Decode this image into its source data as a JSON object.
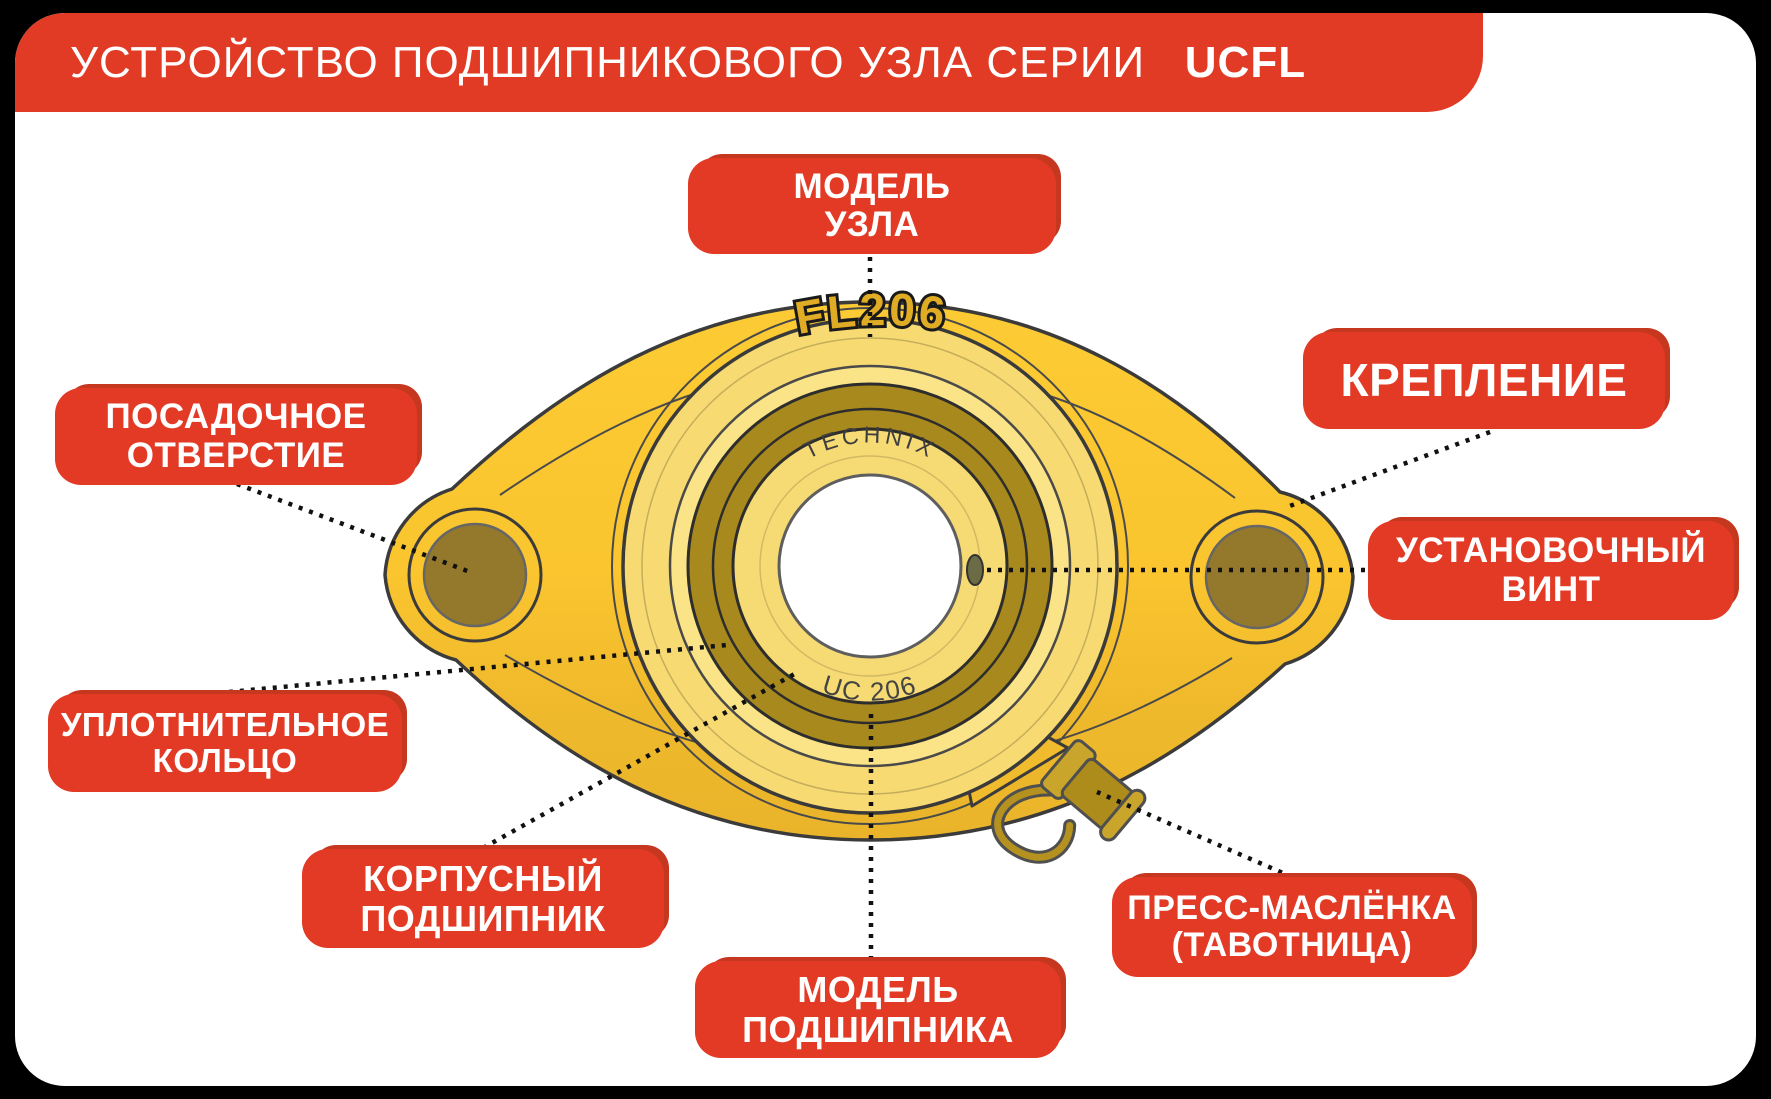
{
  "header": {
    "title": "УСТРОЙСТВО ПОДШИПНИКОВОГО УЗЛА СЕРИИ",
    "series_bold": "UCFL"
  },
  "callouts": [
    {
      "name": "model-uzla",
      "line1": "МОДЕЛЬ",
      "line2": "УЗЛА"
    },
    {
      "name": "kreplenie",
      "line1": "КРЕПЛЕНИЕ"
    },
    {
      "name": "posadochnoe",
      "line1": "ПОСАДОЧНОЕ",
      "line2": "ОТВЕРСТИЕ"
    },
    {
      "name": "ustanovochny-vint",
      "line1": "УСТАНОВОЧНЫЙ",
      "line2": "ВИНТ"
    },
    {
      "name": "uplotnitelnoe",
      "line1": "УПЛОТНИТЕЛЬНОЕ",
      "line2": "КОЛЬЦО"
    },
    {
      "name": "korpusny",
      "line1": "КОРПУСНЫЙ",
      "line2": "ПОДШИПНИК"
    },
    {
      "name": "press-maslenka",
      "line1": "ПРЕСС-МАСЛЁНКА",
      "line2": "(ТАВОТНИЦА)"
    },
    {
      "name": "model-podshipnika",
      "line1": "МОДЕЛЬ",
      "line2": "ПОДШИПНИКА"
    }
  ],
  "bearing": {
    "unit_model": "FL206",
    "brand": "TECHNIX",
    "insert_model": "UC 206"
  },
  "colors": {
    "banner_red": "#E13B25",
    "callout_red": "#E23A25",
    "callout_shadow_red": "#C5371F",
    "flange_yellow": "#FBC831",
    "flange_shade_yellow": "#E9B42A",
    "housing_ring_pale": "#F7DA72",
    "inner_ring_pale": "#F6DA74",
    "seal_ring_olive": "#A8891D",
    "bolt_hole_olive": "#94782B",
    "fitting_gold": "#AE8C1C",
    "outline_dark": "#3B3B3B",
    "background_black": "#000000",
    "page_white": "#FFFFFF"
  }
}
